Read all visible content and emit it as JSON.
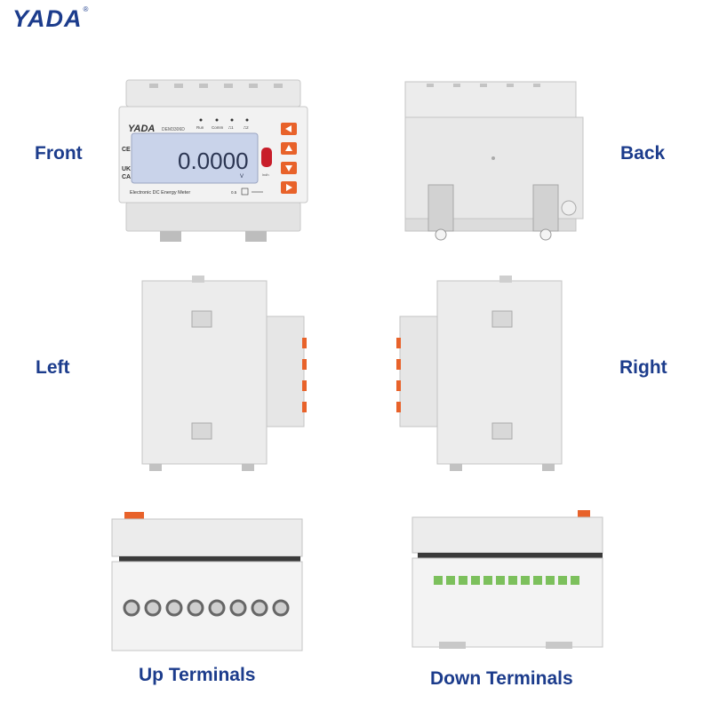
{
  "brand": {
    "logo": "YADA",
    "mark": "®"
  },
  "views": {
    "front": "Front",
    "back": "Back",
    "left": "Left",
    "right": "Right",
    "up": "Up Terminals",
    "down": "Down Terminals"
  },
  "device": {
    "logo": "YADA",
    "model": "DEM3306D",
    "indicators": [
      "Run",
      "Comm",
      "⎍1",
      "⎍2"
    ],
    "display_value": "0.0000",
    "display_unit": "V",
    "ir_label": "lndh",
    "marks": [
      "CE",
      "UK",
      "CA"
    ],
    "name": "Electronic DC Energy Meter",
    "class_mark": "0.5"
  },
  "colors": {
    "label": "#1c3c8c",
    "body": "#e6e6e6",
    "button": "#e8622a",
    "lcd": "#c9d3ea",
    "terminal_green": "#7cc05c"
  }
}
